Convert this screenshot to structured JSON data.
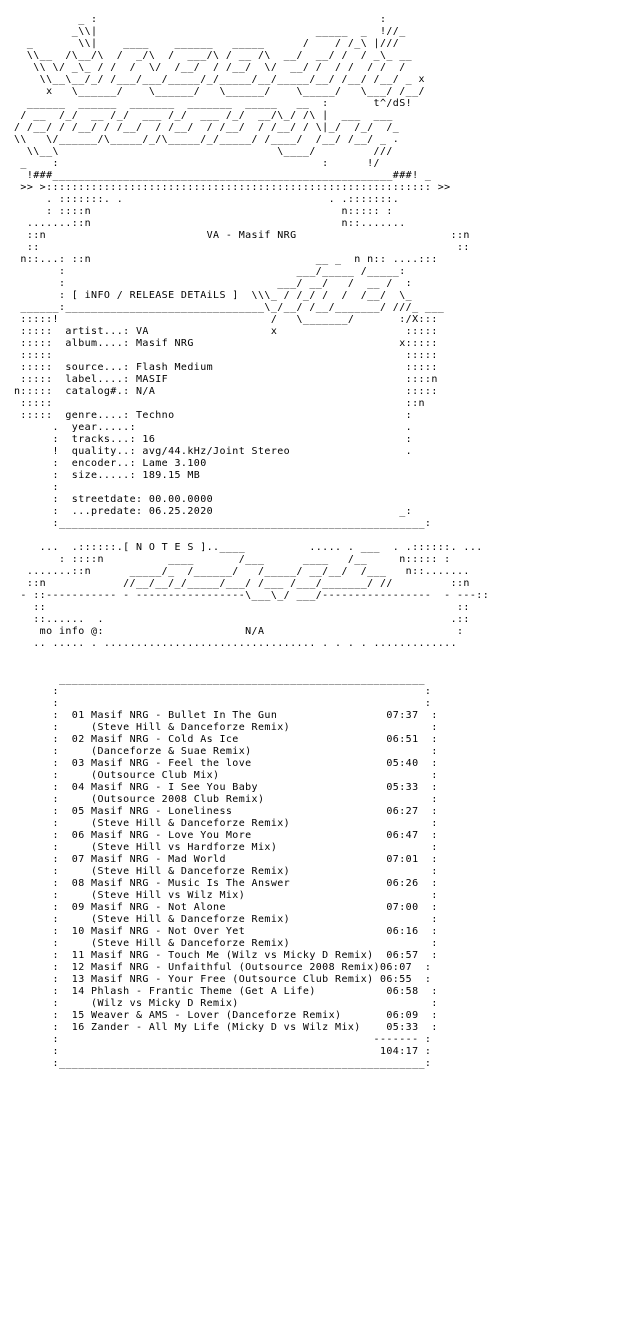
{
  "nfo_lines": [
    "          _ :                                            :",
    "         _\\\\|                                  _____  _  !//_",
    "  _       \\\\|    ____    ______   _____      /    / /_\\ |///",
    "  \\\\__  /\\__/\\  /  _/\\  /  ___/\\ / __ /\\  __/  __/ /  / _\\_ __",
    "   \\\\ \\/ _\\_ / /  /  \\/  /__/  / /__/  \\/  __/ /  / /  / /  /",
    "    \\\\__\\__/_/ /___/___/_____/_/_____/__/_____/__/ /__/ /__/ _ x",
    "     x   \\______/    \\______/   \\______/    \\_____/   \\___/ /__/",
    "  ______  ______  _______  _______  _____   __  :       t^/dS!",
    " / __  /_/  __ /_/  ___ /_/  ___ /_/  __/\\_/ /\\ |  ___  ___",
    "/ /__/ / /__/ / /__/  / /__/  / /__/  / /__/ / \\|_/  /_/  /_",
    "\\\\   \\/______/\\_____/_/\\_____/_/_____/ /____/  /__/ /__/ _ .",
    "  \\\\__\\                                  \\____/         ///",
    " _    :                                         :      !/",
    "  !###_____________________________________________________###! _",
    " >> >:::::::::::::::::::::::::::::::::::::::::::::::::::::::::::: >>",
    "     . :::::::. .                                . .:::::::.",
    "     : ::::n                                       n::::: :",
    "  .......::n                                       n::.......",
    "  ::n                         VA - Masif NRG                        ::n",
    "  ::                                                                 ::",
    " n::...: ::n                                   __ _  n n:: ....:::",
    "       :                                    ___/_____ /_____:",
    "       :                                 ___/ __/   /  __ /  :",
    "       : [ iNFO / RELEASE DETAiLS ]  \\\\\\_ / /_/ /  /  /__/  \\_",
    " ______:_______________________________\\_/__/ /__/_______/ ///_ ___",
    " :::::!                                 /   \\_______/       :/X:::",
    " :::::  artist...: VA                   x                    :::::",
    " :::::  album....: Masif NRG                                x:::::",
    " :::::                                                       :::::",
    " :::::  source...: Flash Medium                              :::::",
    " :::::  label....: MASIF                                     ::::n",
    "n:::::  catalog#.: N/A                                       :::::",
    " :::::                                                       ::n",
    " :::::  genre....: Techno                                    :",
    "      .  year.....:                                          .",
    "      :  tracks...: 16                                       :",
    "      !  quality..: avg/44.kHz/Joint Stereo                  .",
    "      :  encoder..: Lame 3.100",
    "      :  size.....: 189.15 MB",
    "      :",
    "      :  streetdate: 00.00.0000",
    "      :  ...predate: 06.25.2020                             _:",
    "      :_________________________________________________________:",
    "",
    "    ...  .::::::.[ N O T E S ]..____          ..... . ___  . .::::::. ...",
    "       : ::::n          ____       /___      ____   /__     n::::: :",
    "  .......::n      _____/_  /______/   /_____/ __/__/  /___   n::.......",
    "  ::n            //__/__/_/_____/___/ /___ /___/_______/ //         ::n",
    " - ::----------- - -----------------\\___\\_/ ___/-----------------  - ---::",
    "   ::                                                                ::",
    "   ::......  .                                                      .::",
    "    mo info @:                      N/A                              :",
    "   .. ..... . ................................. . . . . .............",
    "",
    "",
    "       _________________________________________________________",
    "      :                                                         :",
    "      :                                                         :",
    "      :  01 Masif NRG - Bullet In The Gun                 07:37  :",
    "      :     (Steve Hill & Danceforze Remix)                      :",
    "      :  02 Masif NRG - Cold As Ice                       06:51  :",
    "      :     (Danceforze & Suae Remix)                            :",
    "      :  03 Masif NRG - Feel the love                     05:40  :",
    "      :     (Outsource Club Mix)                                 :",
    "      :  04 Masif NRG - I See You Baby                    05:33  :",
    "      :     (Outsource 2008 Club Remix)                          :",
    "      :  05 Masif NRG - Loneliness                        06:27  :",
    "      :     (Steve Hill & Danceforze Remix)                      :",
    "      :  06 Masif NRG - Love You More                     06:47  :",
    "      :     (Steve Hill vs Hardforze Mix)                        :",
    "      :  07 Masif NRG - Mad World                         07:01  :",
    "      :     (Steve Hill & Danceforze Remix)                      :",
    "      :  08 Masif NRG - Music Is The Answer               06:26  :",
    "      :     (Steve Hill vs Wilz Mix)                             :",
    "      :  09 Masif NRG - Not Alone                         07:00  :",
    "      :     (Steve Hill & Danceforze Remix)                      :",
    "      :  10 Masif NRG - Not Over Yet                      06:16  :",
    "      :     (Steve Hill & Danceforze Remix)                      :",
    "      :  11 Masif NRG - Touch Me (Wilz vs Micky D Remix)  06:57  :",
    "      :  12 Masif NRG - Unfaithful (Outsource 2008 Remix)06:07  :",
    "      :  13 Masif NRG - Your Free (Outsource Club Remix) 06:55  :",
    "      :  14 Phlash - Frantic Theme (Get A Life)           06:58  :",
    "      :     (Wilz vs Micky D Remix)                              :",
    "      :  15 Weaver & AMS - Lover (Danceforze Remix)       06:09  :",
    "      :  16 Zander - All My Life (Micky D vs Wilz Mix)    05:33  :",
    "      :                                                 ------- :",
    "      :                                                  104:17 :",
    "      :_________________________________________________________:"
  ]
}
